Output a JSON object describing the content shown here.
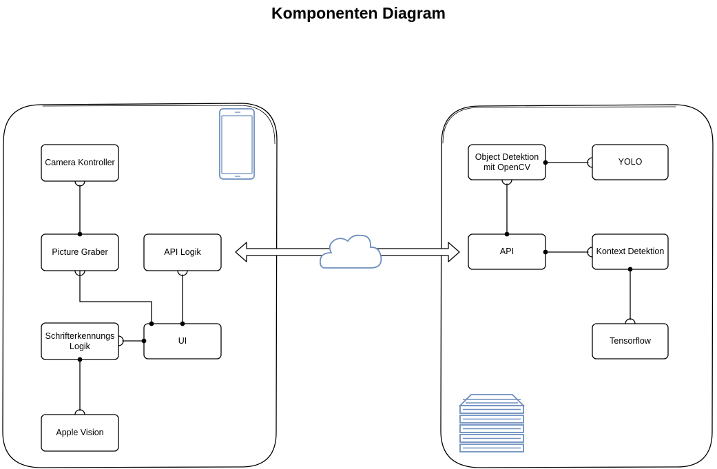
{
  "title": "Komponenten Diagram",
  "colors": {
    "stroke": "#000000",
    "icon": "#6c8ebf"
  },
  "components": {
    "camera_kontroller": "Camera Kontroller",
    "picture_graber": "Picture Graber",
    "api_logik": "API Logik",
    "schrifterkennungs_logik": [
      "Schrifterkennungs",
      "Logik"
    ],
    "ui": "UI",
    "apple_vision": "Apple Vision",
    "object_detektion": [
      "Object Detektion",
      "mit OpenCV"
    ],
    "yolo": "YOLO",
    "api": "API",
    "kontext_detektion": "Kontext Detektion",
    "tensorflow": "Tensorflow"
  },
  "icons": {
    "client": "smartphone-icon",
    "network": "cloud-icon",
    "server": "server-rack-icon"
  }
}
